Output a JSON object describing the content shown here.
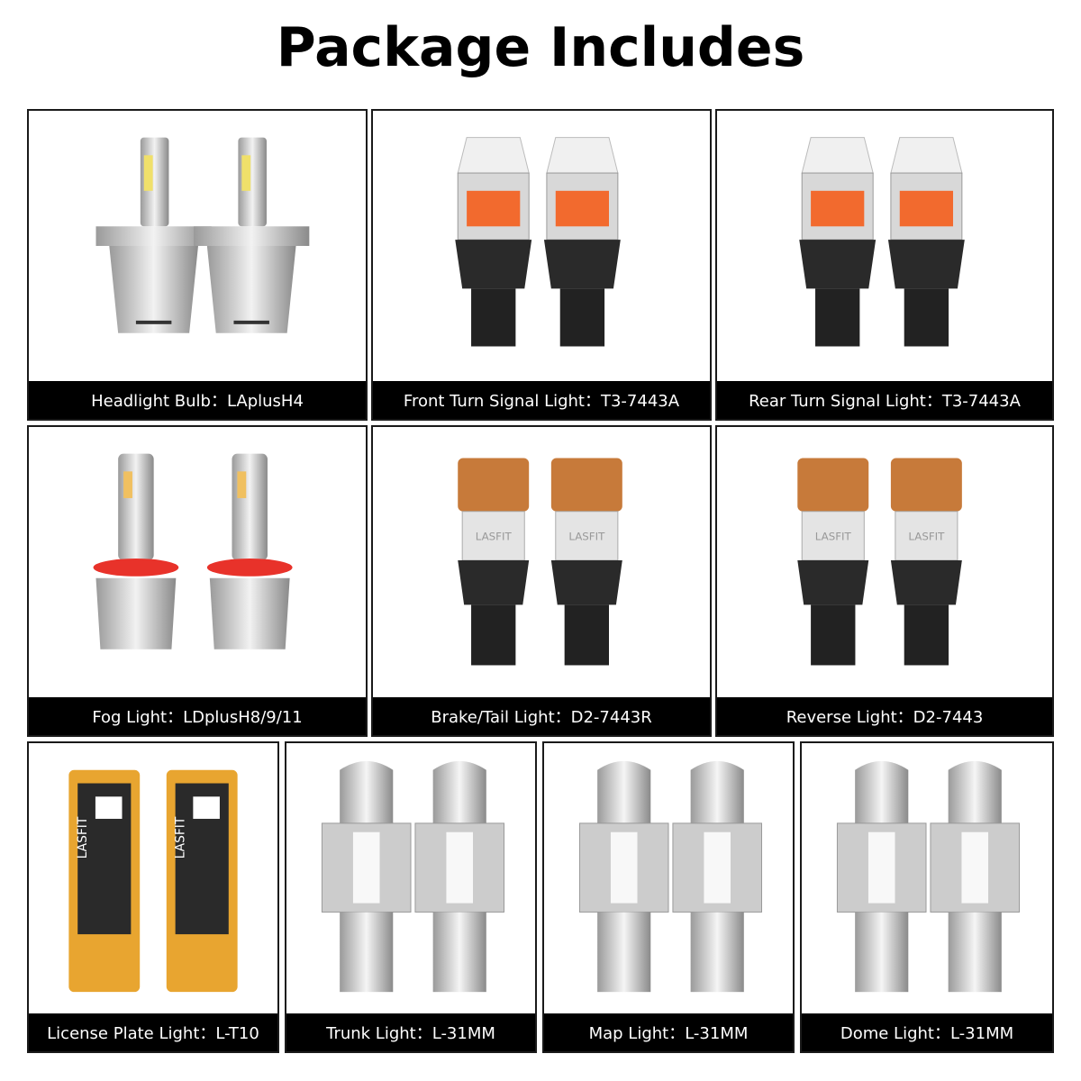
{
  "title": "Package Includes",
  "brand_mark": "LASFIT",
  "items": [
    {
      "label": "Headlight Bulb：LAplusH4",
      "icon": "headlight-bulb-icon"
    },
    {
      "label": "Front Turn Signal Light：T3-7443A",
      "icon": "turn-signal-bulb-icon"
    },
    {
      "label": "Rear Turn Signal Light：T3-7443A",
      "icon": "turn-signal-bulb-icon"
    },
    {
      "label": "Fog Light：LDplusH8/9/11",
      "icon": "fog-light-bulb-icon"
    },
    {
      "label": "Brake/Tail Light：D2-7443R",
      "icon": "brake-light-bulb-icon"
    },
    {
      "label": "Reverse Light：D2-7443",
      "icon": "reverse-light-bulb-icon"
    },
    {
      "label": "License Plate Light：L-T10",
      "icon": "license-plate-bulb-icon"
    },
    {
      "label": "Trunk Light：L-31MM",
      "icon": "festoon-bulb-icon"
    },
    {
      "label": "Map Light：L-31MM",
      "icon": "festoon-bulb-icon"
    },
    {
      "label": "Dome Light：L-31MM",
      "icon": "festoon-bulb-icon"
    }
  ],
  "colors": {
    "label_bg": "#000000",
    "label_text": "#ffffff",
    "border": "#1a1a1a",
    "amber_led": "#f26a2e",
    "copper": "#c77a3a",
    "fog_ring": "#e8322a",
    "pcb_gold": "#e8a530"
  }
}
